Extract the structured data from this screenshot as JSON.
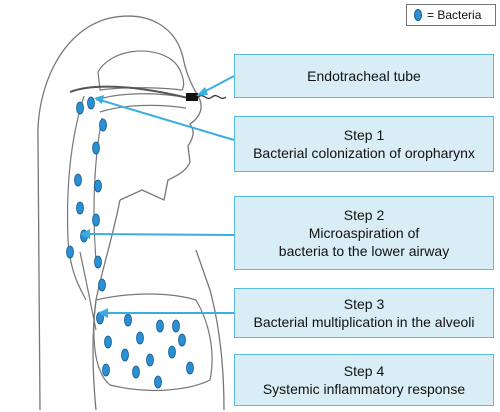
{
  "legend": {
    "label": "= Bacteria"
  },
  "boxes": [
    {
      "lines": [
        "Endotracheal tube"
      ]
    },
    {
      "lines": [
        "Step 1",
        "Bacterial colonization of oropharynx"
      ]
    },
    {
      "lines": [
        "Step 2",
        "Microaspiration of",
        "bacteria to the lower airway"
      ]
    },
    {
      "lines": [
        "Step 3",
        "Bacterial multiplication in the alveoli"
      ]
    },
    {
      "lines": [
        "Step 4",
        "Systemic inflammatory response"
      ]
    }
  ],
  "colors": {
    "box_fill": "#d9edf7",
    "box_border": "#58b9e3",
    "arrow": "#3aaee0",
    "bacteria": "#2b8fd3"
  }
}
